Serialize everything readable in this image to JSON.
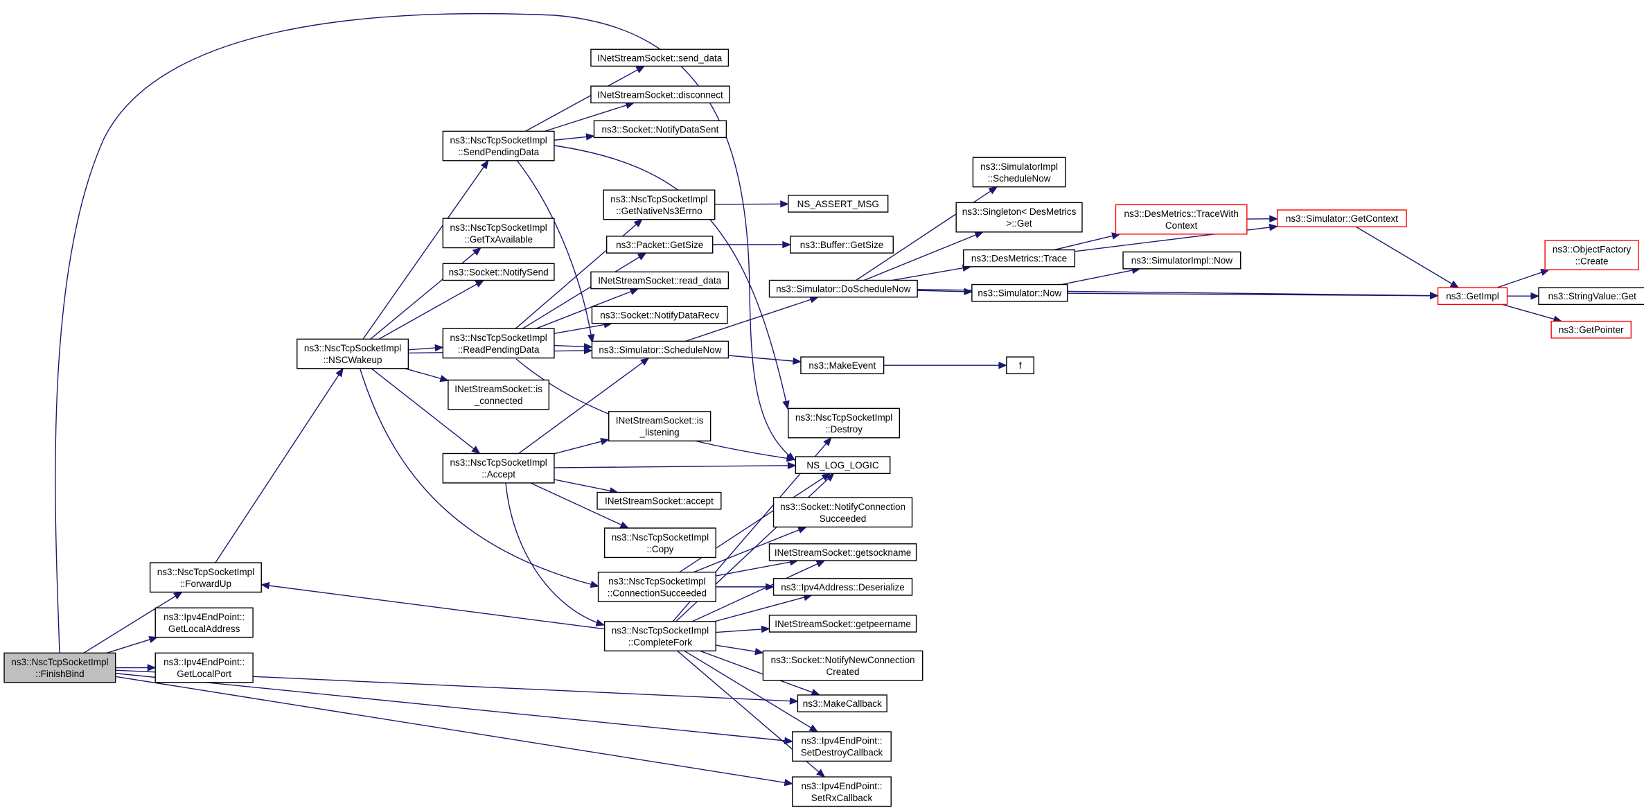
{
  "nodes": [
    {
      "id": "finishbind",
      "lines": [
        "ns3::NscTcpSocketImpl",
        "::FinishBind"
      ],
      "style": "root"
    },
    {
      "id": "forwardup",
      "lines": [
        "ns3::NscTcpSocketImpl",
        "::ForwardUp"
      ],
      "style": "normal"
    },
    {
      "id": "getlocaladdress",
      "lines": [
        "ns3::Ipv4EndPoint::",
        "GetLocalAddress"
      ],
      "style": "normal"
    },
    {
      "id": "getlocalport",
      "lines": [
        "ns3::Ipv4EndPoint::",
        "GetLocalPort"
      ],
      "style": "normal"
    },
    {
      "id": "nscwakeup",
      "lines": [
        "ns3::NscTcpSocketImpl",
        "::NSCWakeup"
      ],
      "style": "normal"
    },
    {
      "id": "sendpendingdata",
      "lines": [
        "ns3::NscTcpSocketImpl",
        "::SendPendingData"
      ],
      "style": "normal"
    },
    {
      "id": "gettxavailable",
      "lines": [
        "ns3::NscTcpSocketImpl",
        "::GetTxAvailable"
      ],
      "style": "normal"
    },
    {
      "id": "notifysend",
      "lines": [
        "ns3::Socket::NotifySend"
      ],
      "style": "normal"
    },
    {
      "id": "readpendingdata",
      "lines": [
        "ns3::NscTcpSocketImpl",
        "::ReadPendingData"
      ],
      "style": "normal"
    },
    {
      "id": "isconnected",
      "lines": [
        "INetStreamSocket::is",
        "_connected"
      ],
      "style": "normal"
    },
    {
      "id": "accept",
      "lines": [
        "ns3::NscTcpSocketImpl",
        "::Accept"
      ],
      "style": "normal"
    },
    {
      "id": "connectionsucceeded",
      "lines": [
        "ns3::NscTcpSocketImpl",
        "::ConnectionSucceeded"
      ],
      "style": "normal"
    },
    {
      "id": "completefork",
      "lines": [
        "ns3::NscTcpSocketImpl",
        "::CompleteFork"
      ],
      "style": "normal"
    },
    {
      "id": "senddata",
      "lines": [
        "INetStreamSocket::send_data"
      ],
      "style": "normal"
    },
    {
      "id": "disconnect",
      "lines": [
        "INetStreamSocket::disconnect"
      ],
      "style": "normal"
    },
    {
      "id": "notifydatasent",
      "lines": [
        "ns3::Socket::NotifyDataSent"
      ],
      "style": "normal"
    },
    {
      "id": "getnativens3errno",
      "lines": [
        "ns3::NscTcpSocketImpl",
        "::GetNativeNs3Errno"
      ],
      "style": "normal"
    },
    {
      "id": "packetgetsize",
      "lines": [
        "ns3::Packet::GetSize"
      ],
      "style": "normal"
    },
    {
      "id": "readdata",
      "lines": [
        "INetStreamSocket::read_data"
      ],
      "style": "normal"
    },
    {
      "id": "notifydatarecv",
      "lines": [
        "ns3::Socket::NotifyDataRecv"
      ],
      "style": "normal"
    },
    {
      "id": "schedulenow",
      "lines": [
        "ns3::Simulator::ScheduleNow"
      ],
      "style": "normal"
    },
    {
      "id": "islistening",
      "lines": [
        "INetStreamSocket::is",
        "_listening"
      ],
      "style": "normal"
    },
    {
      "id": "inetaccept",
      "lines": [
        "INetStreamSocket::accept"
      ],
      "style": "normal"
    },
    {
      "id": "copy",
      "lines": [
        "ns3::NscTcpSocketImpl",
        "::Copy"
      ],
      "style": "normal"
    },
    {
      "id": "nsassertmsg",
      "lines": [
        "NS_ASSERT_MSG"
      ],
      "style": "normal"
    },
    {
      "id": "buffergetsize",
      "lines": [
        "ns3::Buffer::GetSize"
      ],
      "style": "normal"
    },
    {
      "id": "doschedulenow",
      "lines": [
        "ns3::Simulator::DoScheduleNow"
      ],
      "style": "normal"
    },
    {
      "id": "makeevent",
      "lines": [
        "ns3::MakeEvent"
      ],
      "style": "normal"
    },
    {
      "id": "destroy",
      "lines": [
        "ns3::NscTcpSocketImpl",
        "::Destroy"
      ],
      "style": "normal"
    },
    {
      "id": "nsloglogic",
      "lines": [
        "NS_LOG_LOGIC"
      ],
      "style": "normal"
    },
    {
      "id": "notifyconnectionsucceeded",
      "lines": [
        "ns3::Socket::NotifyConnection",
        "Succeeded"
      ],
      "style": "normal"
    },
    {
      "id": "getsockname",
      "lines": [
        "INetStreamSocket::getsockname"
      ],
      "style": "normal"
    },
    {
      "id": "deserialize",
      "lines": [
        "ns3::Ipv4Address::Deserialize"
      ],
      "style": "normal"
    },
    {
      "id": "getpeername",
      "lines": [
        "INetStreamSocket::getpeername"
      ],
      "style": "normal"
    },
    {
      "id": "notifynewconnectioncreated",
      "lines": [
        "ns3::Socket::NotifyNewConnection",
        "Created"
      ],
      "style": "normal"
    },
    {
      "id": "makecallback",
      "lines": [
        "ns3::MakeCallback"
      ],
      "style": "normal"
    },
    {
      "id": "setdestroycallback",
      "lines": [
        "ns3::Ipv4EndPoint::",
        "SetDestroyCallback"
      ],
      "style": "normal"
    },
    {
      "id": "setrxcallback",
      "lines": [
        "ns3::Ipv4EndPoint::",
        "SetRxCallback"
      ],
      "style": "normal"
    },
    {
      "id": "simimplschedulenow",
      "lines": [
        "ns3::SimulatorImpl",
        "::ScheduleNow"
      ],
      "style": "normal"
    },
    {
      "id": "singletondesmetrics",
      "lines": [
        "ns3::Singleton< DesMetrics",
        ">::Get"
      ],
      "style": "normal"
    },
    {
      "id": "desmetricstrace",
      "lines": [
        "ns3::DesMetrics::Trace"
      ],
      "style": "normal"
    },
    {
      "id": "simulatornow",
      "lines": [
        "ns3::Simulator::Now"
      ],
      "style": "normal"
    },
    {
      "id": "f",
      "lines": [
        "f"
      ],
      "style": "normal"
    },
    {
      "id": "tracewithcontext",
      "lines": [
        "ns3::DesMetrics::TraceWith",
        "Context"
      ],
      "style": "red"
    },
    {
      "id": "simimplnow",
      "lines": [
        "ns3::SimulatorImpl::Now"
      ],
      "style": "normal"
    },
    {
      "id": "getcontext",
      "lines": [
        "ns3::Simulator::GetContext"
      ],
      "style": "red"
    },
    {
      "id": "getimpl",
      "lines": [
        "ns3::GetImpl"
      ],
      "style": "red"
    },
    {
      "id": "objectfactorycreate",
      "lines": [
        "ns3::ObjectFactory",
        "::Create"
      ],
      "style": "red"
    },
    {
      "id": "stringvalueget",
      "lines": [
        "ns3::StringValue::Get"
      ],
      "style": "normal"
    },
    {
      "id": "getpointer",
      "lines": [
        "ns3::GetPointer"
      ],
      "style": "red"
    }
  ],
  "edges": [
    [
      "finishbind",
      "forwardup"
    ],
    [
      "finishbind",
      "getlocaladdress"
    ],
    [
      "finishbind",
      "getlocalport"
    ],
    [
      "finishbind",
      "nsloglogic"
    ],
    [
      "finishbind",
      "makecallback"
    ],
    [
      "finishbind",
      "setdestroycallback"
    ],
    [
      "finishbind",
      "setrxcallback"
    ],
    [
      "forwardup",
      "nscwakeup"
    ],
    [
      "nscwakeup",
      "sendpendingdata"
    ],
    [
      "nscwakeup",
      "gettxavailable"
    ],
    [
      "nscwakeup",
      "notifysend"
    ],
    [
      "nscwakeup",
      "readpendingdata"
    ],
    [
      "nscwakeup",
      "schedulenow"
    ],
    [
      "nscwakeup",
      "isconnected"
    ],
    [
      "nscwakeup",
      "accept"
    ],
    [
      "nscwakeup",
      "connectionsucceeded"
    ],
    [
      "sendpendingdata",
      "senddata"
    ],
    [
      "sendpendingdata",
      "disconnect"
    ],
    [
      "sendpendingdata",
      "notifydatasent"
    ],
    [
      "sendpendingdata",
      "destroy"
    ],
    [
      "sendpendingdata",
      "schedulenow"
    ],
    [
      "readpendingdata",
      "getnativens3errno"
    ],
    [
      "readpendingdata",
      "packetgetsize"
    ],
    [
      "readpendingdata",
      "readdata"
    ],
    [
      "readpendingdata",
      "notifydatarecv"
    ],
    [
      "readpendingdata",
      "schedulenow"
    ],
    [
      "readpendingdata",
      "nsloglogic"
    ],
    [
      "accept",
      "schedulenow"
    ],
    [
      "accept",
      "islistening"
    ],
    [
      "accept",
      "nsloglogic"
    ],
    [
      "accept",
      "inetaccept"
    ],
    [
      "accept",
      "copy"
    ],
    [
      "accept",
      "completefork"
    ],
    [
      "connectionsucceeded",
      "nsloglogic"
    ],
    [
      "connectionsucceeded",
      "notifyconnectionsucceeded"
    ],
    [
      "connectionsucceeded",
      "getsockname"
    ],
    [
      "connectionsucceeded",
      "deserialize"
    ],
    [
      "completefork",
      "forwardup"
    ],
    [
      "completefork",
      "destroy"
    ],
    [
      "completefork",
      "nsloglogic"
    ],
    [
      "completefork",
      "getsockname"
    ],
    [
      "completefork",
      "deserialize"
    ],
    [
      "completefork",
      "getpeername"
    ],
    [
      "completefork",
      "notifynewconnectioncreated"
    ],
    [
      "completefork",
      "makecallback"
    ],
    [
      "completefork",
      "setdestroycallback"
    ],
    [
      "completefork",
      "setrxcallback"
    ],
    [
      "getnativens3errno",
      "nsassertmsg"
    ],
    [
      "packetgetsize",
      "buffergetsize"
    ],
    [
      "schedulenow",
      "doschedulenow"
    ],
    [
      "schedulenow",
      "makeevent"
    ],
    [
      "doschedulenow",
      "simimplschedulenow"
    ],
    [
      "doschedulenow",
      "singletondesmetrics"
    ],
    [
      "doschedulenow",
      "desmetricstrace"
    ],
    [
      "doschedulenow",
      "simulatornow"
    ],
    [
      "doschedulenow",
      "getimpl"
    ],
    [
      "makeevent",
      "f"
    ],
    [
      "desmetricstrace",
      "tracewithcontext"
    ],
    [
      "desmetricstrace",
      "getcontext"
    ],
    [
      "tracewithcontext",
      "getcontext"
    ],
    [
      "getcontext",
      "getimpl"
    ],
    [
      "simulatornow",
      "simimplnow"
    ],
    [
      "simulatornow",
      "getimpl"
    ],
    [
      "getimpl",
      "objectfactorycreate"
    ],
    [
      "getimpl",
      "stringvalueget"
    ],
    [
      "getimpl",
      "getpointer"
    ]
  ]
}
